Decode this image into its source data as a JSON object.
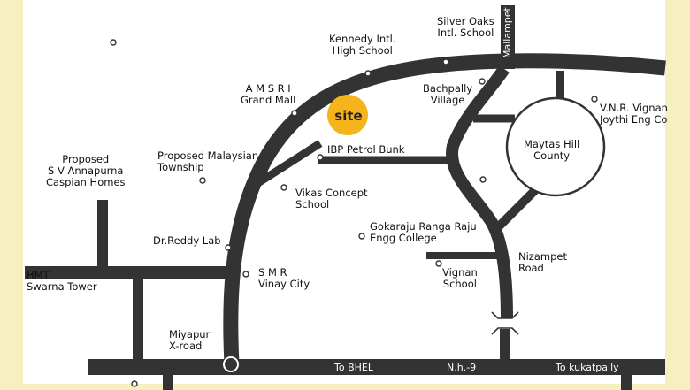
{
  "map": {
    "site": "site",
    "places": {
      "kennedy": "Kennedy Intl.\nHigh School",
      "silver_oaks": "Silver Oaks\nIntl. School",
      "amsri": "A M S R I\nGrand Mall",
      "bachpally": "Bachpally\nVillage",
      "vnr": "V.N.R. Vignan\nJoythi Eng Co",
      "maytas": "Maytas Hill\nCounty",
      "ibp": "IBP Petrol Bunk",
      "malaysian": "Proposed Malaysian\nTownship",
      "annapurna": "Proposed\nS V Annapurna\nCaspian Homes",
      "vikas": "Vikas Concept\nSchool",
      "gokaraju": "Gokaraju Ranga Raju\nEngg College",
      "drreddy": "Dr.Reddy Lab",
      "hmt": "HMT\nSwarna Tower",
      "smr": "S M R\nVinay City",
      "nizampet": "Nizampet\nRoad",
      "vignan": "Vignan\nSchool",
      "miyapur": "Miyapur\nX-road"
    },
    "roads": {
      "mallampet": "Mallampet",
      "to_bhel": "To BHEL",
      "nh9": "N.h.-9",
      "to_kukatpally": "To kukatpally"
    },
    "colors": {
      "road": "#333333",
      "site_marker": "#f5b41c",
      "border": "#f6efbf",
      "watermark": "#eeeeee"
    }
  }
}
